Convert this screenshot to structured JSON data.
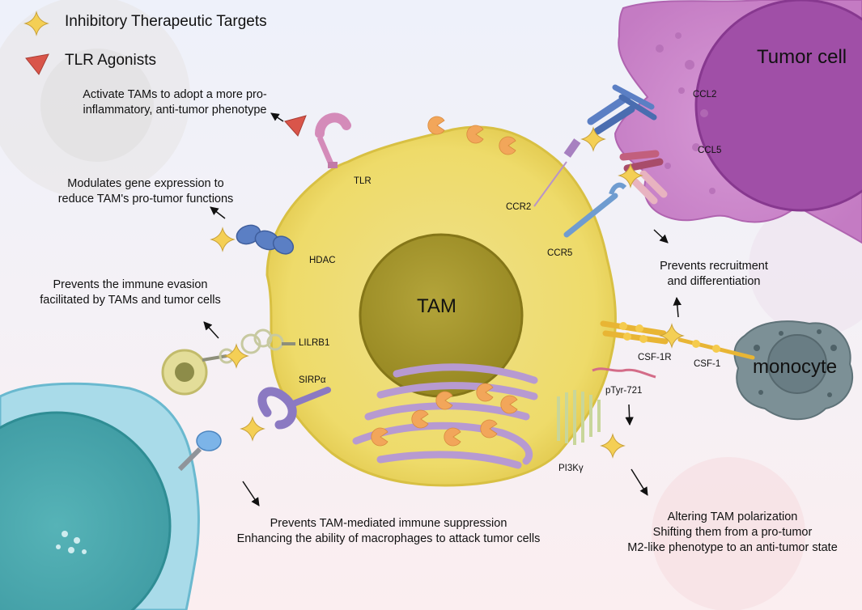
{
  "legend": {
    "inhibitory_label": "Inhibitory Therapeutic Targets",
    "tlr_label": "TLR Agonists"
  },
  "cells": {
    "tam": "TAM",
    "tumor": "Tumor cell",
    "monocyte": "monocyte"
  },
  "molecules": {
    "tlr": "TLR",
    "hdac": "HDAC",
    "lilrb1": "LILRB1",
    "sirpa": "SIRPα",
    "ccr2": "CCR2",
    "ccr5": "CCR5",
    "ccl2": "CCL2",
    "ccl5": "CCL5",
    "csf1r": "CSF-1R",
    "csf1": "CSF-1",
    "ptyr": "pTyr-721",
    "pi3k": "PI3Kγ"
  },
  "descriptions": {
    "tlr_effect": [
      "Activate TAMs to adopt a more pro-",
      "inflammatory, anti-tumor phenotype"
    ],
    "hdac_effect": [
      "Modulates gene expression to",
      "reduce TAM's pro-tumor functions"
    ],
    "lilrb1_effect": [
      "Prevents the immune evasion",
      "facilitated by TAMs and tumor cells"
    ],
    "sirpa_effect": [
      "Prevents TAM-mediated immune suppression",
      "Enhancing the ability of macrophages to attack tumor cells"
    ],
    "ccr_effect": [
      "Prevents recruitment",
      "and differentiation"
    ],
    "pi3k_effect": [
      "Altering TAM polarization",
      "Shifting them from a pro-tumor",
      "M2-like phenotype to an anti-tumor state"
    ]
  },
  "colors": {
    "tam_membrane": "#f2e58a",
    "tam_inner": "#e6d25c",
    "nucleus": "#a99a30",
    "tumor": "#c982c6",
    "tumor_nucleus": "#9a4aa0",
    "monocyte": "#7c9096",
    "tcell": "#9ccfdf",
    "star": "#f4cf55",
    "tlr_agonist": "#d9554a"
  }
}
